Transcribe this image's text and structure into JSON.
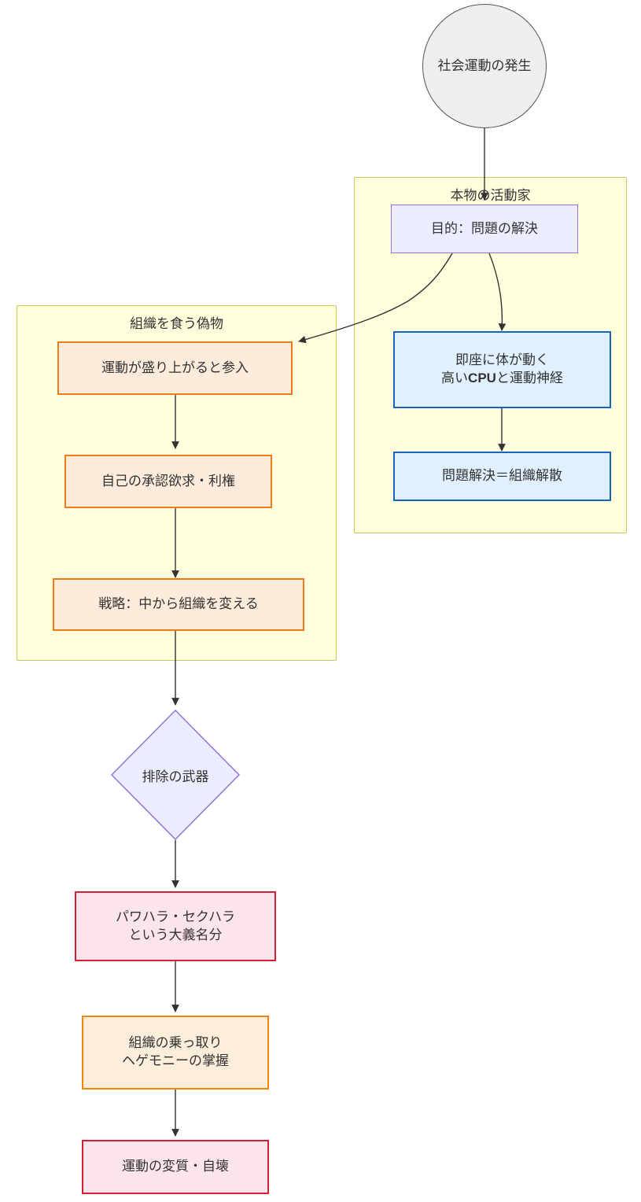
{
  "diagram": {
    "type": "flowchart",
    "title": "",
    "background": "#ffffff",
    "clusters": [
      {
        "id": "cluster-real-activist",
        "label": "本物の活動家",
        "fill": "#ffffde",
        "stroke": "#c9c95e"
      },
      {
        "id": "cluster-fake-org-eaters",
        "label": "組織を食う偽物",
        "fill": "#ffffde",
        "stroke": "#c9c95e"
      }
    ],
    "nodes": [
      {
        "id": "start",
        "label": "社会運動の発生",
        "shape": "circle",
        "fill": "#eeeeee",
        "stroke": "#555555"
      },
      {
        "id": "purpose",
        "label": "目的：問題の解決",
        "shape": "rect",
        "fill": "#ececff",
        "stroke": "#9370db"
      },
      {
        "id": "instant-action",
        "label": "即座に体が動く\n高いCPUと運動神経",
        "line1": "即座に体が動く",
        "line2_a": "高い",
        "line2_b": "CPU",
        "line2_c": "と運動神経",
        "shape": "rect",
        "fill": "#e1f0ff",
        "stroke": "#1565c0"
      },
      {
        "id": "solution-dissolve",
        "label": "問題解決＝組織解散",
        "shape": "rect",
        "fill": "#e1f0ff",
        "stroke": "#1565c0"
      },
      {
        "id": "join-when-hot",
        "label": "運動が盛り上がると参入",
        "shape": "rect",
        "fill": "#fdebdc",
        "stroke": "#ef7a17"
      },
      {
        "id": "self-recognition",
        "label": "自己の承認欲求・利権",
        "shape": "rect",
        "fill": "#fdebdc",
        "stroke": "#ef7a17"
      },
      {
        "id": "strategy-change-inside",
        "label": "戦略：中から組織を変える",
        "shape": "rect",
        "fill": "#fdebdc",
        "stroke": "#ef7a17"
      },
      {
        "id": "weapon-of-exclusion",
        "label": "排除の武器",
        "shape": "diamond",
        "fill": "#ececff",
        "stroke": "#9370db"
      },
      {
        "id": "harassment-pretext",
        "label": "パワハラ・セクハラ\nという大義名分",
        "shape": "rect",
        "fill": "#fce4ec",
        "stroke": "#d32030"
      },
      {
        "id": "takeover-hegemony",
        "label": "組織の乗っ取り\nヘゲモニーの掌握",
        "shape": "rect",
        "fill": "#fdeedc",
        "stroke": "#f5840c"
      },
      {
        "id": "movement-collapse",
        "label": "運動の変質・自壊",
        "shape": "rect",
        "fill": "#fce4ec",
        "stroke": "#d32030"
      }
    ],
    "edges": [
      {
        "from": "start",
        "to": "purpose",
        "style": "straight-arrow"
      },
      {
        "from": "purpose",
        "to": "instant-action",
        "style": "curved-arrow"
      },
      {
        "from": "purpose",
        "to": "join-when-hot",
        "style": "curved-arrow"
      },
      {
        "from": "instant-action",
        "to": "solution-dissolve",
        "style": "straight-arrow"
      },
      {
        "from": "join-when-hot",
        "to": "self-recognition",
        "style": "straight-arrow"
      },
      {
        "from": "self-recognition",
        "to": "strategy-change-inside",
        "style": "straight-arrow"
      },
      {
        "from": "strategy-change-inside",
        "to": "weapon-of-exclusion",
        "style": "straight-arrow"
      },
      {
        "from": "weapon-of-exclusion",
        "to": "harassment-pretext",
        "style": "straight-arrow"
      },
      {
        "from": "harassment-pretext",
        "to": "takeover-hegemony",
        "style": "straight-arrow"
      },
      {
        "from": "takeover-hegemony",
        "to": "movement-collapse",
        "style": "straight-arrow"
      }
    ],
    "edge_color": "#333333"
  }
}
